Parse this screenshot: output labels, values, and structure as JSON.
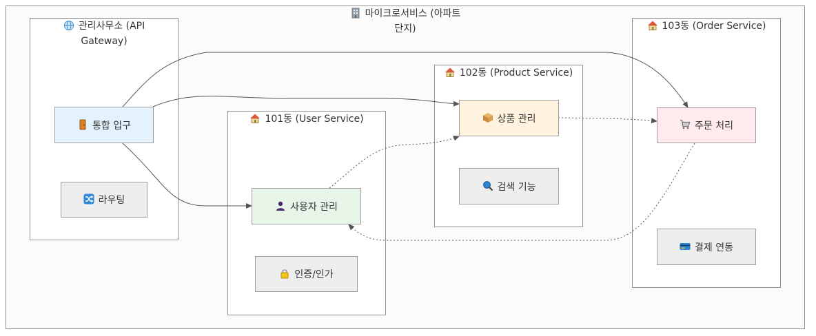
{
  "diagram": {
    "title": "마이크로서비스 (아파트 단지)",
    "title_line1": "마이크로서비스 (아파트",
    "title_line2": "단지)",
    "clusters": {
      "gateway": {
        "title_line1": "관리사무소 (API",
        "title_line2": "Gateway)",
        "icon": "globe-icon"
      },
      "user": {
        "title": "101동 (User Service)",
        "icon": "house-icon"
      },
      "product": {
        "title": "102동 (Product Service)",
        "icon": "house-icon"
      },
      "order": {
        "title": "103동 (Order Service)",
        "icon": "house-icon"
      }
    },
    "nodes": {
      "entry": {
        "label": "통합 입구",
        "icon": "door-icon",
        "fill": "#e3f2fd"
      },
      "routing": {
        "label": "라우팅",
        "icon": "shuffle-icon",
        "fill": "#eeeeee"
      },
      "user_mgmt": {
        "label": "사용자 관리",
        "icon": "user-icon",
        "fill": "#e8f5e9"
      },
      "auth": {
        "label": "인증/인가",
        "icon": "lock-icon",
        "fill": "#eeeeee"
      },
      "product_mgmt": {
        "label": "상품 관리",
        "icon": "package-icon",
        "fill": "#fff3e0"
      },
      "search": {
        "label": "검색 기능",
        "icon": "magnifier-icon",
        "fill": "#eeeeee"
      },
      "order_proc": {
        "label": "주문 처리",
        "icon": "cart-icon",
        "fill": "#ffebee"
      },
      "payment": {
        "label": "결제 연동",
        "icon": "card-icon",
        "fill": "#eeeeee"
      }
    },
    "edges": [
      {
        "from": "통합 입구",
        "to": "사용자 관리",
        "style": "solid"
      },
      {
        "from": "통합 입구",
        "to": "상품 관리",
        "style": "solid"
      },
      {
        "from": "통합 입구",
        "to": "주문 처리",
        "style": "solid"
      },
      {
        "from": "사용자 관리",
        "to": "상품 관리",
        "style": "dotted"
      },
      {
        "from": "상품 관리",
        "to": "주문 처리",
        "style": "dotted"
      },
      {
        "from": "주문 처리",
        "to": "사용자 관리",
        "style": "dotted"
      }
    ],
    "colors": {
      "border": "#8f8f8f",
      "edge": "#555555",
      "background": "#fbfbfb"
    }
  }
}
